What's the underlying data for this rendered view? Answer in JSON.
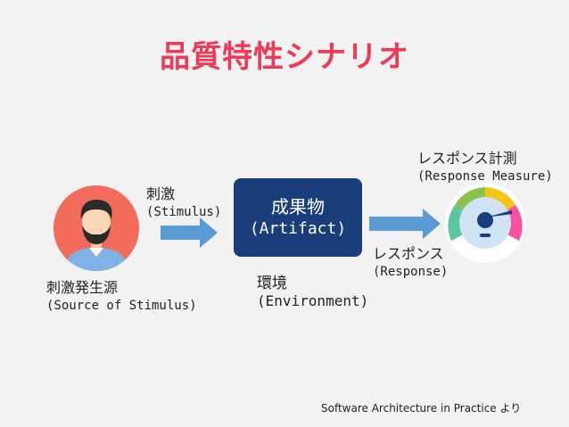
{
  "title": "品質特性シナリオ",
  "source": {
    "label_ja": "刺激発生源",
    "label_en": "(Source of Stimulus)"
  },
  "stimulus": {
    "label_ja": "刺激",
    "label_en": "(Stimulus)"
  },
  "artifact": {
    "label_ja": "成果物",
    "label_en": "(Artifact)"
  },
  "environment": {
    "label_ja": "環境",
    "label_en": "(Environment)"
  },
  "response": {
    "label_ja": "レスポンス",
    "label_en": "(Response)"
  },
  "response_measure": {
    "label_ja": "レスポンス計測",
    "label_en": "(Response Measure)"
  },
  "footer": "Software Architecture in Practice より",
  "colors": {
    "title": "#ee3a57",
    "artifact_box": "#1a3d7c",
    "arrow": "#5b9bd5",
    "avatar_bg": "#f26b5b",
    "shirt": "#7fb3e8",
    "gauge_yellow": "#f5c518",
    "gauge_green": "#8bc34a",
    "gauge_teal": "#5ec49e",
    "gauge_pink": "#ff4fa1",
    "gauge_center": "#cfe3f5"
  }
}
